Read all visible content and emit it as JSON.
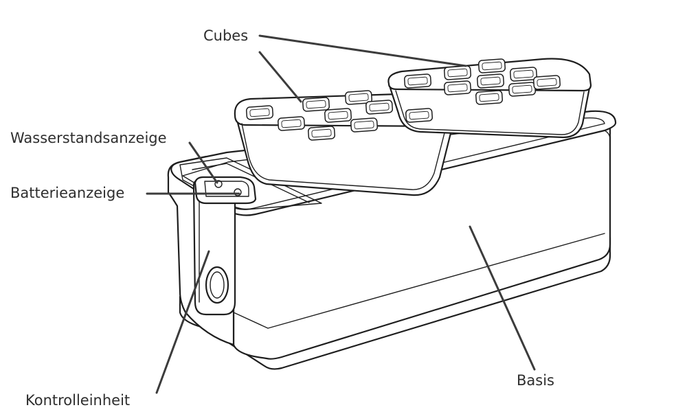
{
  "labels": {
    "cubes": "Cubes",
    "water_level": "Wasserstandsanzeige",
    "battery": "Batterieanzeige",
    "control_unit": "Kontrolleinheit",
    "base": "Basis"
  },
  "colors": {
    "line": "#1e1e1e",
    "leader": "#3c3c3c",
    "text": "#2e2e2e",
    "background": "#ffffff"
  }
}
